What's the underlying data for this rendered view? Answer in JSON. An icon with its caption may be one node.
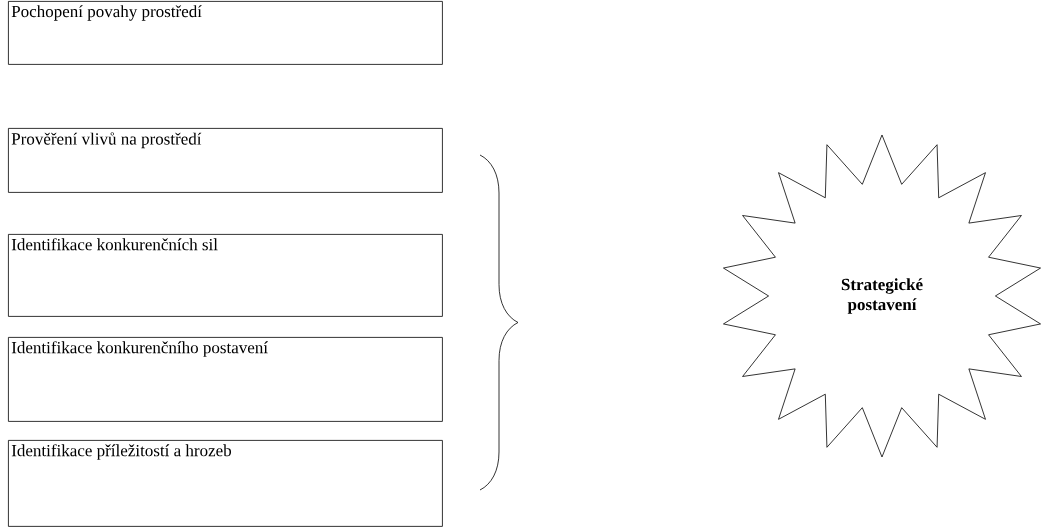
{
  "diagram": {
    "nodes": [
      {
        "text": [
          "Pochopení povahy prostředí"
        ]
      },
      {
        "text": [
          "Prověření vlivů na prostředí"
        ]
      },
      {
        "text": [
          "Identifikace konkurenčních sil"
        ]
      },
      {
        "text": [
          "Identifikace konkurenčního postavení"
        ]
      },
      {
        "text": [
          "Identifikace příležitostí a hrozeb"
        ]
      },
      {
        "text": [
          "Strategické postavení"
        ]
      }
    ]
  }
}
